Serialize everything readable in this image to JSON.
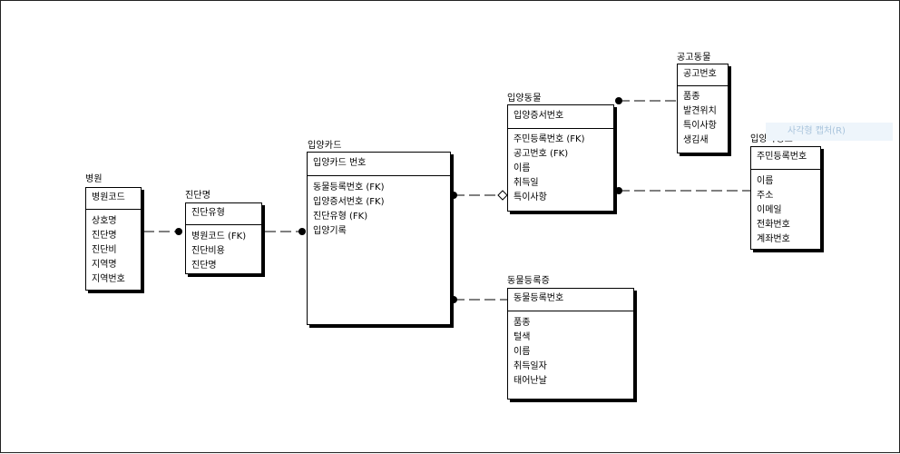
{
  "watermark": "사각형 캡처(R)",
  "entities": {
    "hospital": {
      "name": "병원",
      "pk": [
        "병원코드"
      ],
      "attrs": [
        "상호명",
        "진단명",
        "진단비",
        "지역명",
        "지역번호"
      ]
    },
    "diagnosis": {
      "name": "진단명",
      "pk": [
        "진단유형"
      ],
      "attrs": [
        "병원코드 (FK)",
        "진단비용",
        "진단명"
      ]
    },
    "adoption_card": {
      "name": "입양카드",
      "pk": [
        "입양카드 번호"
      ],
      "attrs": [
        "동물등록번호 (FK)",
        "입양증서번호 (FK)",
        "진단유형 (FK)",
        "입양기록"
      ]
    },
    "adopted_animal": {
      "name": "입양동물",
      "pk": [
        "입양증서번호"
      ],
      "attrs": [
        "주민등록번호 (FK)",
        "공고번호 (FK)",
        "이름",
        "취득일",
        "특이사항"
      ]
    },
    "notice_animal": {
      "name": "공고동물",
      "pk": [
        "공고번호"
      ],
      "attrs": [
        "품종",
        "발견위치",
        "특이사항",
        "생김새"
      ]
    },
    "adopter_info": {
      "name": "입양자정보",
      "pk": [
        "주민등록번호"
      ],
      "attrs": [
        "이름",
        "주소",
        "이메일",
        "전화번호",
        "계좌번호"
      ]
    },
    "animal_registration": {
      "name": "동물등록증",
      "pk": [
        "동물등록번호"
      ],
      "attrs": [
        "품종",
        "털색",
        "이름",
        "취득일자",
        "태어난날"
      ]
    }
  }
}
